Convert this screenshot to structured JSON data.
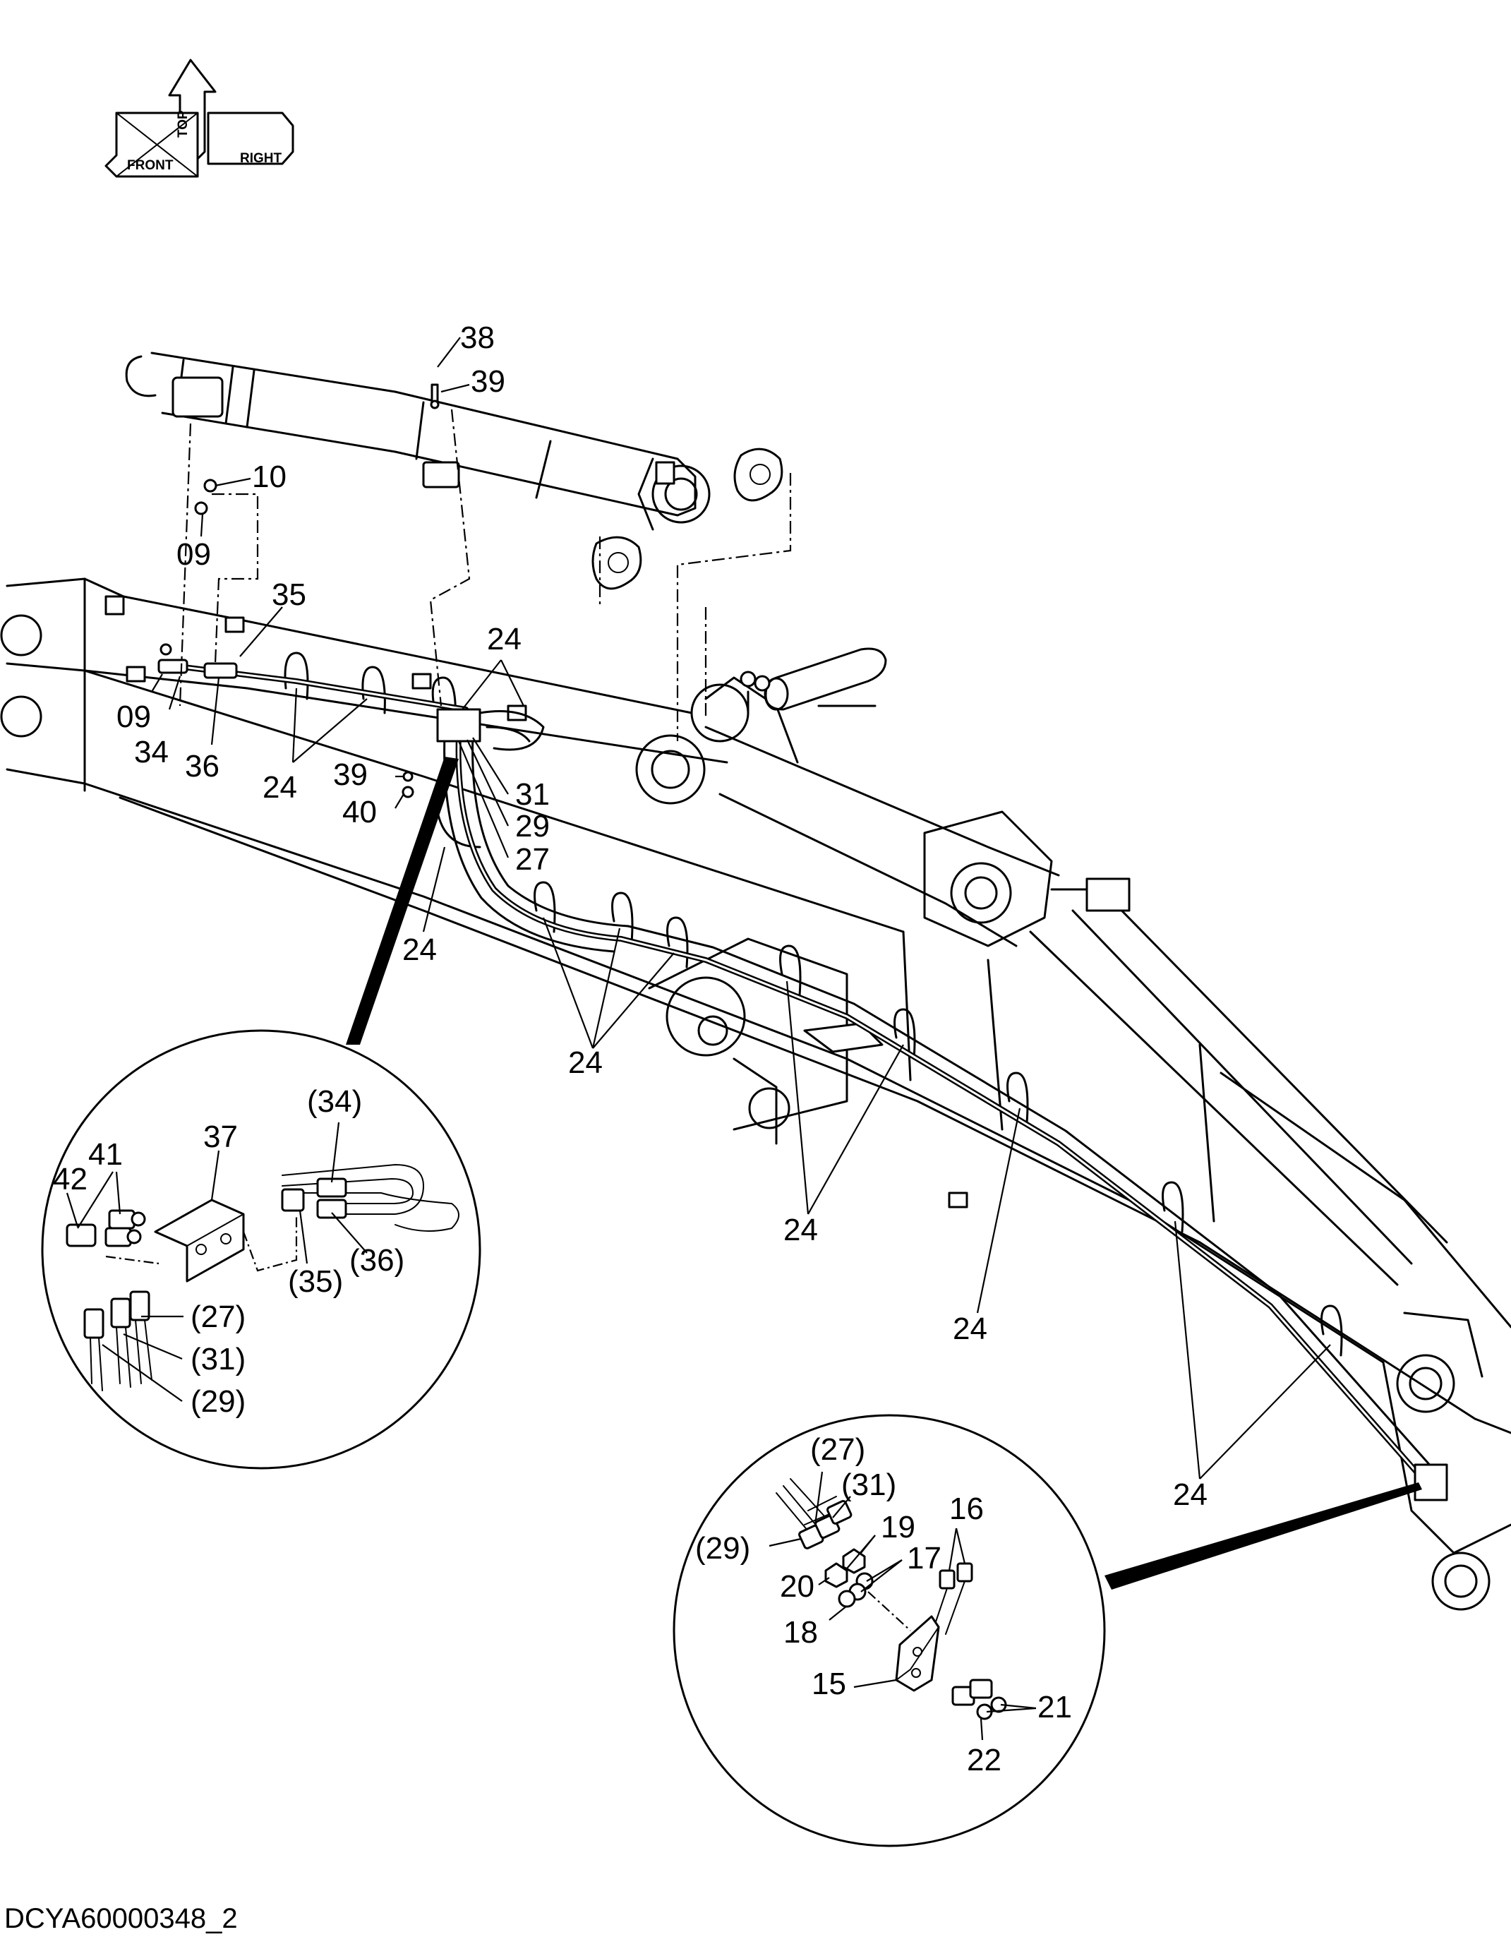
{
  "document_id": "DCYA60000348_2",
  "orientation": {
    "top": "TOP",
    "front": "FRONT",
    "right": "RIGHT"
  },
  "callouts": {
    "c38": "38",
    "c39_top": "39",
    "c10": "10",
    "c09_top": "09",
    "c35": "35",
    "c09": "09",
    "c34": "34",
    "c36": "36",
    "c24_a": "24",
    "c24_b": "24",
    "c39": "39",
    "c40": "40",
    "c31": "31",
    "c29": "29",
    "c27": "27",
    "c24_c": "24",
    "c24_d": "24",
    "c24_e": "24",
    "c24_f": "24",
    "c24_g": "24"
  },
  "detail_left": {
    "c34p": "(34)",
    "c37": "37",
    "c41": "41",
    "c42": "42",
    "c36p": "(36)",
    "c35p": "(35)",
    "c27p": "(27)",
    "c31p": "(31)",
    "c29p": "(29)"
  },
  "detail_right": {
    "c27p": "(27)",
    "c31p": "(31)",
    "c16": "16",
    "c19": "19",
    "c29p": "(29)",
    "c17": "17",
    "c20": "20",
    "c18": "18",
    "c15": "15",
    "c21": "21",
    "c22": "22"
  }
}
